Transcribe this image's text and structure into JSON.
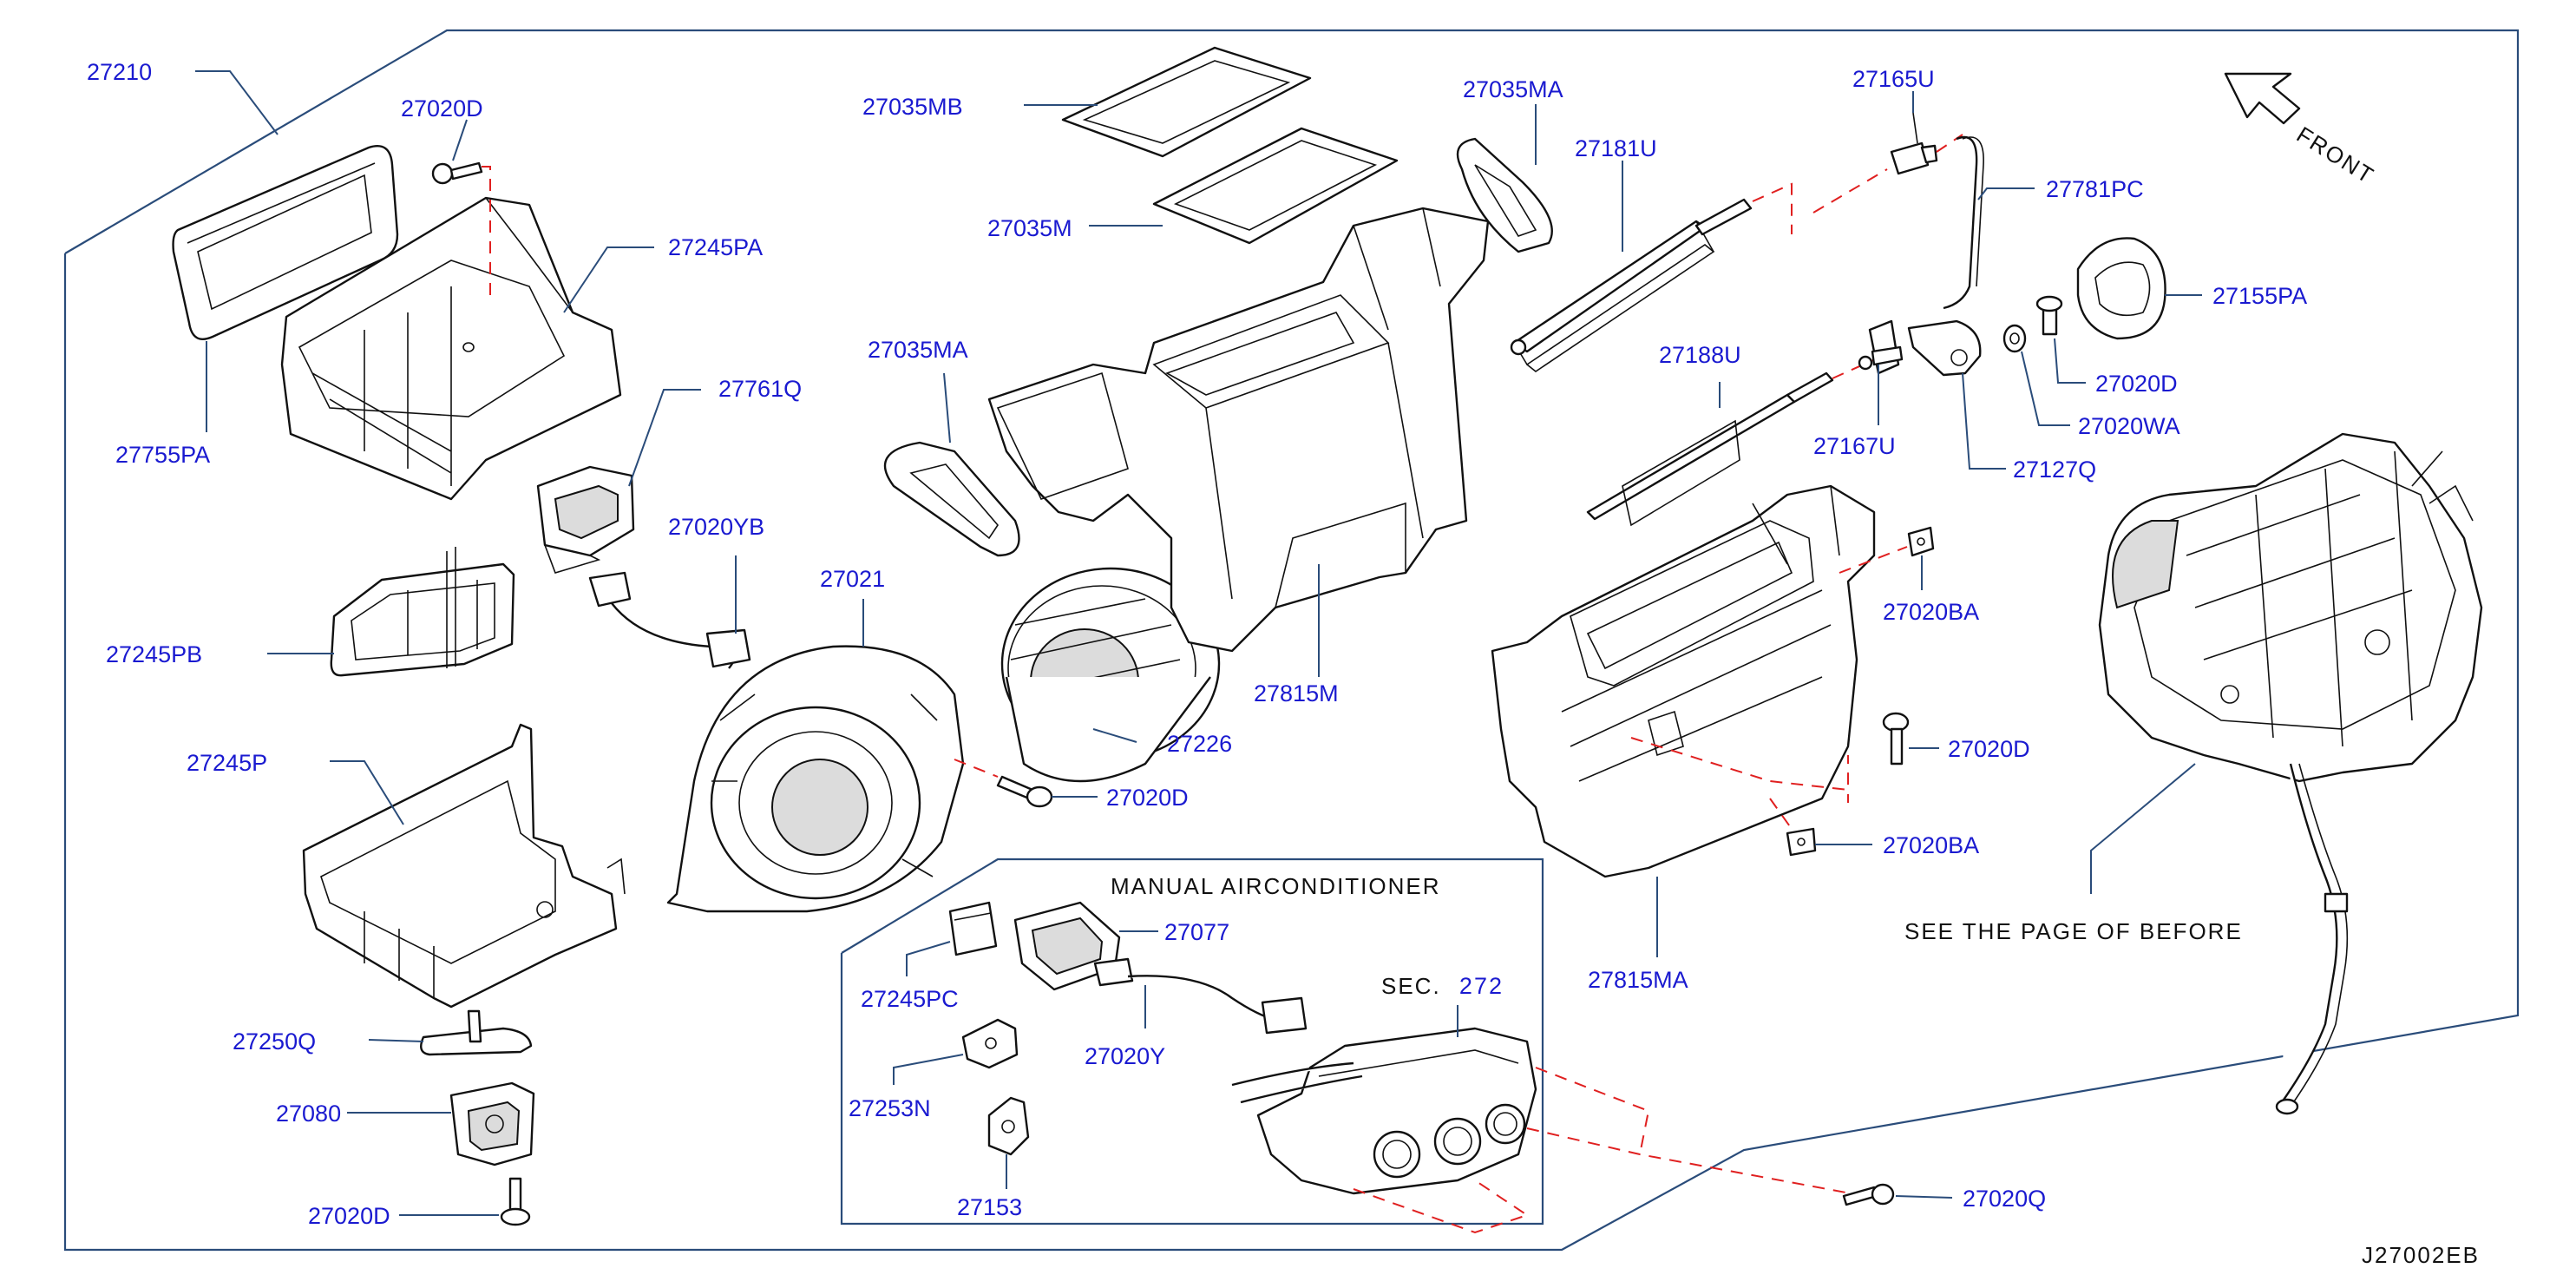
{
  "diagram_id": "J27002EB",
  "front_label": "FRONT",
  "see_page_note": "SEE THE PAGE OF BEFORE",
  "manual_box": {
    "title": "MANUAL AIRCONDITIONER",
    "sec_prefix": "SEC.",
    "sec_number": "272"
  },
  "labels": {
    "p27210": "27210",
    "p27020D_top": "27020D",
    "p27245PA": "27245PA",
    "p27755PA": "27755PA",
    "p27761Q": "27761Q",
    "p27020YB": "27020YB",
    "p27245PB": "27245PB",
    "p27245P": "27245P",
    "p27250Q": "27250Q",
    "p27080": "27080",
    "p27020D_bottom": "27020D",
    "p27035MB": "27035MB",
    "p27035M": "27035M",
    "p27035MA_left": "27035MA",
    "p27021": "27021",
    "p27226": "27226",
    "p27020D_fan": "27020D",
    "p27815M": "27815M",
    "p27035MA_top": "27035MA",
    "p27181U": "27181U",
    "p27188U": "27188U",
    "p27165U": "27165U",
    "p27781PC": "27781PC",
    "p27155PA": "27155PA",
    "p27020D_right": "27020D",
    "p27020WA": "27020WA",
    "p27167U": "27167U",
    "p27127Q": "27127Q",
    "p27020BA_top": "27020BA",
    "p27020D_case": "27020D",
    "p27020BA_bottom": "27020BA",
    "p27815MA": "27815MA",
    "p27077": "27077",
    "p27245PC": "27245PC",
    "p27020Y": "27020Y",
    "p27253N": "27253N",
    "p27153": "27153",
    "p27020Q": "27020Q"
  }
}
